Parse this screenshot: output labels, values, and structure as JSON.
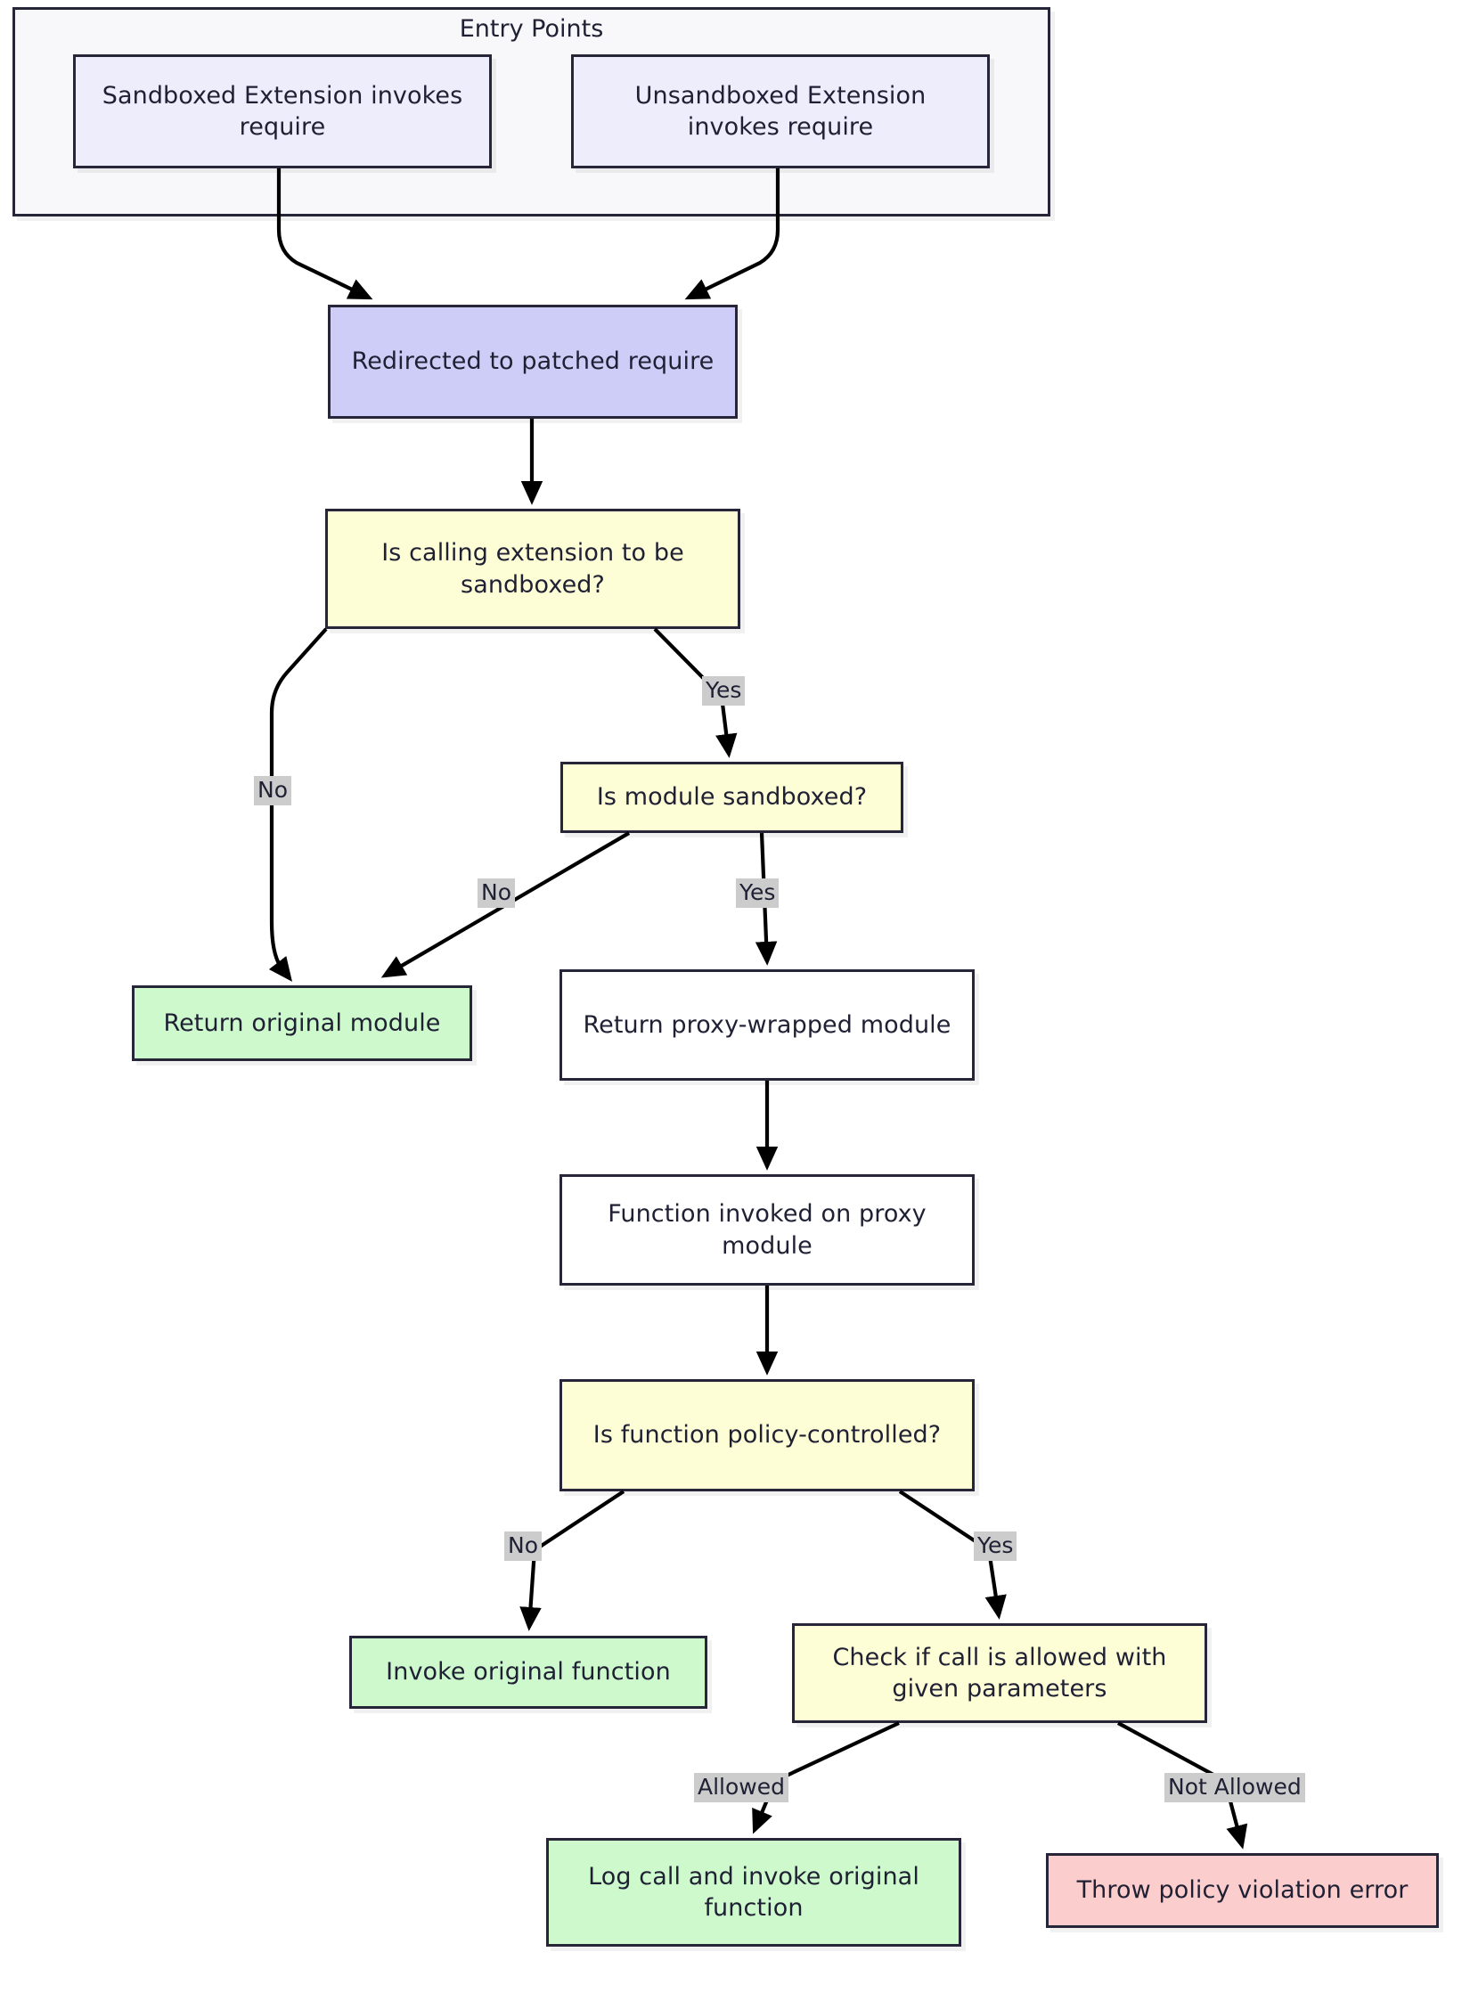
{
  "diagram": {
    "type": "flowchart",
    "direction": "top-down",
    "title": "",
    "cluster": {
      "id": "entry-points",
      "label": "Entry Points"
    },
    "nodes": [
      {
        "id": "sandboxed-extension",
        "label": "Sandboxed Extension invokes require",
        "shape": "rect",
        "style": "lavender"
      },
      {
        "id": "unsandboxed-extension",
        "label": "Unsandboxed Extension invokes require",
        "shape": "rect",
        "style": "lavender"
      },
      {
        "id": "patched-require",
        "label": "Redirected to patched require",
        "shape": "rect",
        "style": "purple"
      },
      {
        "id": "is-calling-extension-sandboxed",
        "label": "Is calling extension to be sandboxed?",
        "shape": "rect",
        "style": "decision"
      },
      {
        "id": "is-module-sandboxed",
        "label": "Is module sandboxed?",
        "shape": "rect",
        "style": "decision"
      },
      {
        "id": "return-original-module",
        "label": "Return original module",
        "shape": "rect",
        "style": "green"
      },
      {
        "id": "return-proxy-module",
        "label": "Return proxy-wrapped module",
        "shape": "rect",
        "style": "default"
      },
      {
        "id": "function-invoked",
        "label": "Function invoked on proxy module",
        "shape": "rect",
        "style": "default"
      },
      {
        "id": "is-function-policy-controlled",
        "label": "Is function policy-controlled?",
        "shape": "rect",
        "style": "decision"
      },
      {
        "id": "invoke-original-function",
        "label": "Invoke original function",
        "shape": "rect",
        "style": "green"
      },
      {
        "id": "check-call-allowed",
        "label": "Check if call is allowed with given parameters",
        "shape": "rect",
        "style": "decision"
      },
      {
        "id": "log-and-invoke",
        "label": "Log call and invoke original function",
        "shape": "rect",
        "style": "green"
      },
      {
        "id": "throw-policy-error",
        "label": "Throw policy violation error",
        "shape": "rect",
        "style": "red"
      }
    ],
    "edges": [
      {
        "from": "sandboxed-extension",
        "to": "patched-require",
        "label": ""
      },
      {
        "from": "unsandboxed-extension",
        "to": "patched-require",
        "label": ""
      },
      {
        "from": "patched-require",
        "to": "is-calling-extension-sandboxed",
        "label": ""
      },
      {
        "from": "is-calling-extension-sandboxed",
        "to": "return-original-module",
        "label": "No"
      },
      {
        "from": "is-calling-extension-sandboxed",
        "to": "is-module-sandboxed",
        "label": "Yes"
      },
      {
        "from": "is-module-sandboxed",
        "to": "return-original-module",
        "label": "No"
      },
      {
        "from": "is-module-sandboxed",
        "to": "return-proxy-module",
        "label": "Yes"
      },
      {
        "from": "return-proxy-module",
        "to": "function-invoked",
        "label": ""
      },
      {
        "from": "function-invoked",
        "to": "is-function-policy-controlled",
        "label": ""
      },
      {
        "from": "is-function-policy-controlled",
        "to": "invoke-original-function",
        "label": "No"
      },
      {
        "from": "is-function-policy-controlled",
        "to": "check-call-allowed",
        "label": "Yes"
      },
      {
        "from": "check-call-allowed",
        "to": "log-and-invoke",
        "label": "Allowed"
      },
      {
        "from": "check-call-allowed",
        "to": "throw-policy-error",
        "label": "Not Allowed"
      }
    ],
    "edge_labels": {
      "no_1": "No",
      "yes_1": "Yes",
      "no_2": "No",
      "yes_2": "Yes",
      "no_3": "No",
      "yes_3": "Yes",
      "allowed": "Allowed",
      "not_allowed": "Not Allowed"
    },
    "colors": {
      "border": "#262638",
      "text": "#1f2033",
      "lavender": "#ededfc",
      "purple": "#cdcdf8",
      "decision_yellow": "#fdfdd6",
      "green": "#cdf9cd",
      "red": "#fbcdcd",
      "default_fill": "#ffffff",
      "cluster_fill": "#f8f8fa",
      "edge_label_fill": "#cccccc",
      "edge_stroke": "#000000"
    }
  }
}
